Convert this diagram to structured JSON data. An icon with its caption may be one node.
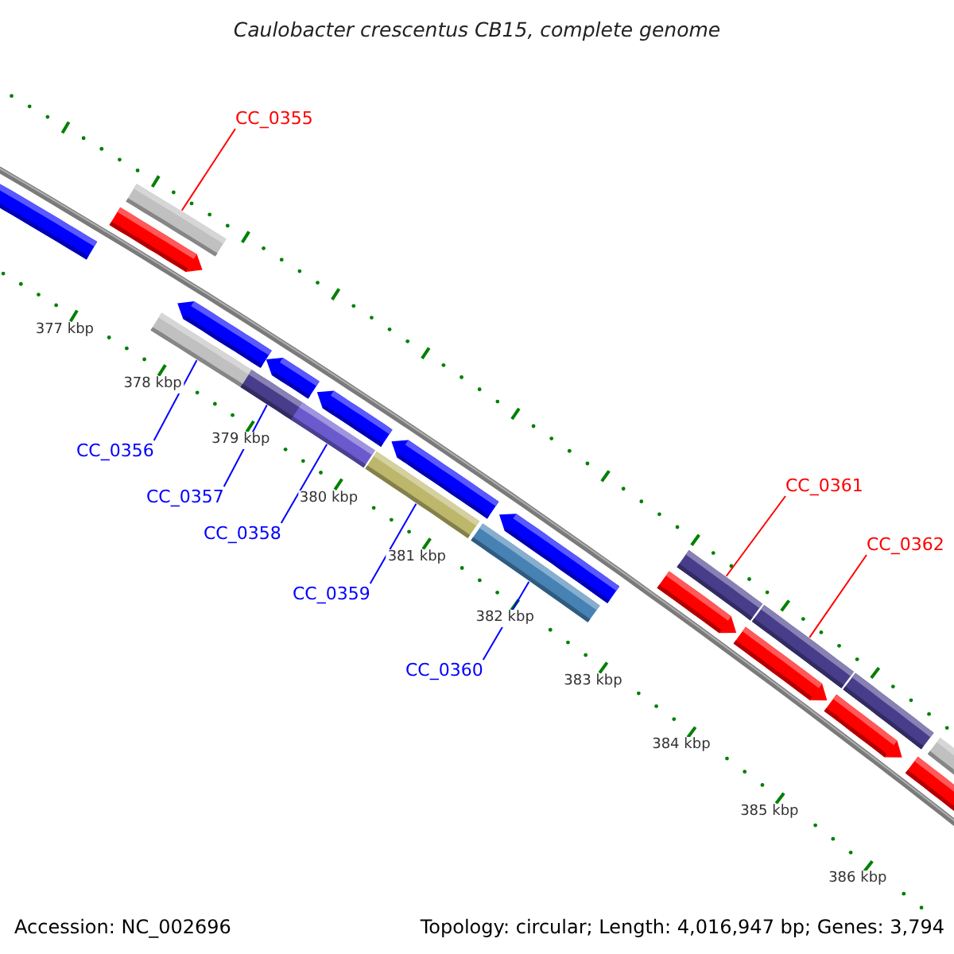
{
  "diagram": {
    "title": "Caulobacter crescentus CB15, complete genome",
    "nodes": [
      {
        "text": [
          "CC_0355"
        ]
      },
      {
        "text": [
          "CC_0356"
        ]
      },
      {
        "text": [
          "CC_0357"
        ]
      },
      {
        "text": [
          "CC_0358"
        ]
      },
      {
        "text": [
          "CC_0359"
        ]
      },
      {
        "text": [
          "CC_0360"
        ]
      },
      {
        "text": [
          "CC_0361"
        ]
      },
      {
        "text": [
          "CC_0362"
        ]
      },
      {
        "text": [],
        "shape": "bar"
      },
      {
        "text": [],
        "shape": "bar"
      },
      {
        "text": [],
        "shape": "bar"
      },
      {
        "text": [],
        "shape": "bar"
      },
      {
        "text": [],
        "shape": "bar"
      },
      {
        "text": [],
        "shape": "bar"
      },
      {
        "text": [],
        "shape": "bar"
      },
      {
        "text": [],
        "shape": "bar"
      },
      {
        "text": [],
        "shape": "bar"
      },
      {
        "text": [],
        "shape": "bar"
      },
      {
        "text": [],
        "shape": "bar"
      },
      {
        "text": [],
        "shape": "bar"
      },
      {
        "text": [],
        "shape": "bar"
      },
      {
        "text": [],
        "shape": "bar"
      },
      {
        "text": [],
        "shape": "bar"
      },
      {
        "text": [],
        "shape": "bar"
      },
      {
        "text": [],
        "shape": "bar"
      },
      {
        "text": [],
        "shape": "bar"
      },
      {
        "text": [],
        "shape": "bar"
      },
      {
        "text": [],
        "shape": "bar"
      },
      {
        "text": [],
        "shape": "bar"
      }
    ],
    "edges": [
      {
        "from": 0,
        "to": 10,
        "arrow": "none",
        "color": "#ff0000"
      },
      {
        "from": 1,
        "to": 11,
        "arrow": "none"
      },
      {
        "from": 2,
        "to": 13,
        "arrow": "none"
      },
      {
        "from": 3,
        "to": 15,
        "arrow": "none"
      },
      {
        "from": 4,
        "to": 17,
        "arrow": "none"
      },
      {
        "from": 5,
        "to": 19,
        "arrow": "none"
      },
      {
        "from": 6,
        "to": 22,
        "arrow": "none",
        "color": "#ff0000"
      },
      {
        "from": 7,
        "to": 24,
        "arrow": "none",
        "color": "#ff0000"
      }
    ],
    "labels": [
      "377 kbp",
      "378 kbp",
      "379 kbp",
      "380 kbp",
      "381 kbp",
      "382 kbp",
      "383 kbp",
      "384 kbp",
      "385 kbp",
      "386 kbp",
      "Accession: NC_002696",
      "Topology: circular; Length: 4,016,947 bp; Genes: 3,794"
    ]
  }
}
